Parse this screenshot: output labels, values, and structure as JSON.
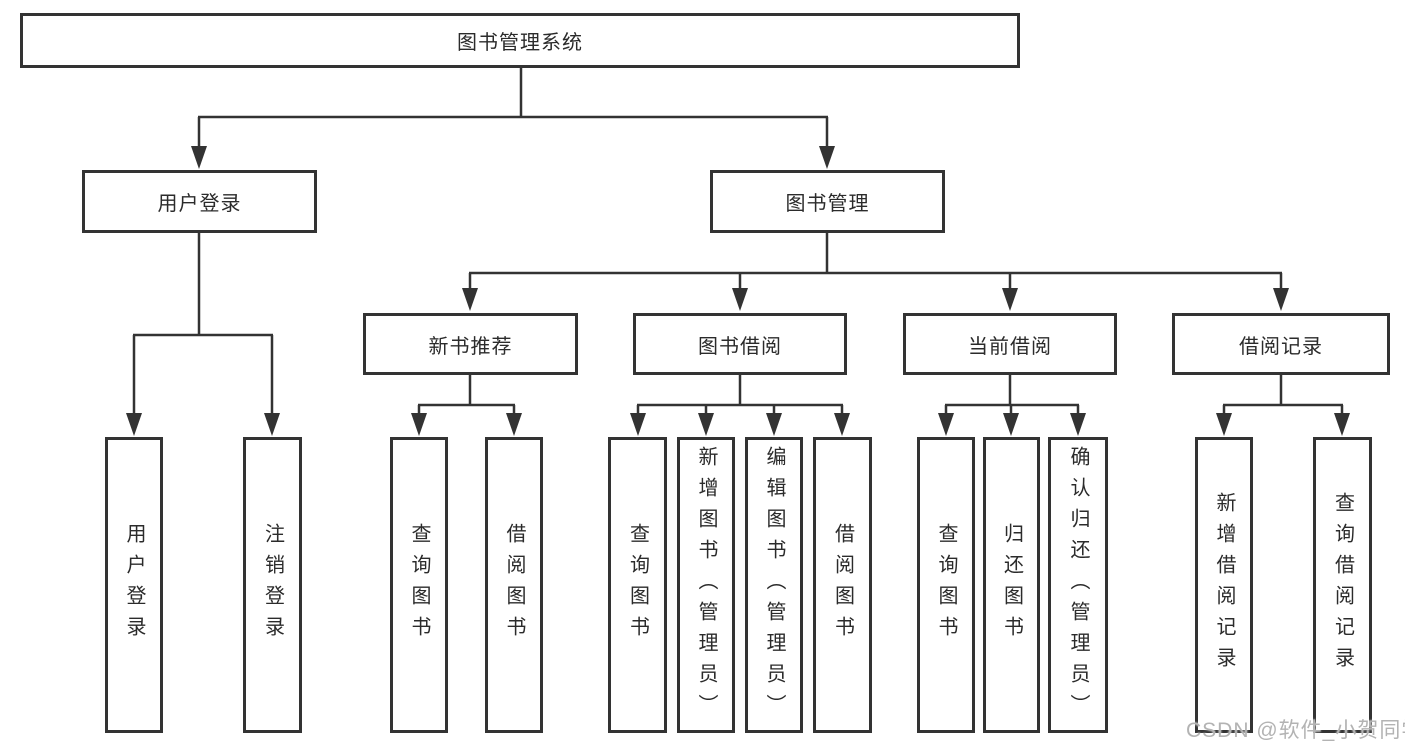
{
  "diagram": {
    "tree": {
      "label": "图书管理系统",
      "children": [
        {
          "label": "用户登录",
          "children": [
            {
              "label": "用户登录"
            },
            {
              "label": "注销登录"
            }
          ]
        },
        {
          "label": "图书管理",
          "children": [
            {
              "label": "新书推荐",
              "children": [
                {
                  "label": "查询图书"
                },
                {
                  "label": "借阅图书"
                }
              ]
            },
            {
              "label": "图书借阅",
              "children": [
                {
                  "label": "查询图书"
                },
                {
                  "label": "新增图书（管理员）"
                },
                {
                  "label": "编辑图书（管理员）"
                },
                {
                  "label": "借阅图书"
                }
              ]
            },
            {
              "label": "当前借阅",
              "children": [
                {
                  "label": "查询图书"
                },
                {
                  "label": "归还图书"
                },
                {
                  "label": "确认归还（管理员）"
                }
              ]
            },
            {
              "label": "借阅记录",
              "children": [
                {
                  "label": "新增借阅记录"
                },
                {
                  "label": "查询借阅记录"
                }
              ]
            }
          ]
        }
      ]
    },
    "colors": {
      "line": "#333333",
      "box_border": "#333333",
      "box_background": "#ffffff",
      "text": "#2b2b2b",
      "watermark": "#b3b3b3"
    }
  },
  "watermark": {
    "text": "CSDN @软件_小贺同学"
  }
}
